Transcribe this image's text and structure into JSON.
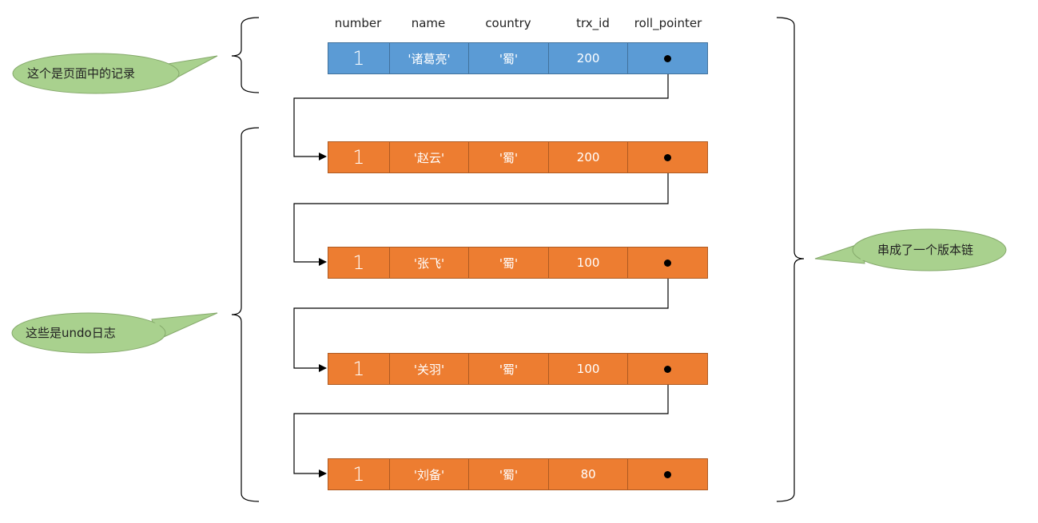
{
  "columns": [
    "number",
    "name",
    "country",
    "trx_id",
    "roll_pointer"
  ],
  "page_record": {
    "number": "1",
    "name": "'诸葛亮'",
    "country": "'蜀'",
    "trx_id": "200"
  },
  "undo_records": [
    {
      "number": "1",
      "name": "'赵云'",
      "country": "'蜀'",
      "trx_id": "200"
    },
    {
      "number": "1",
      "name": "'张飞'",
      "country": "'蜀'",
      "trx_id": "100"
    },
    {
      "number": "1",
      "name": "'关羽'",
      "country": "'蜀'",
      "trx_id": "100"
    },
    {
      "number": "1",
      "name": "'刘备'",
      "country": "'蜀'",
      "trx_id": "80"
    }
  ],
  "callouts": {
    "page_record": "这个是页面中的记录",
    "undo_log": "这些是undo日志",
    "version_chain": "串成了一个版本链"
  },
  "colors": {
    "page_record_fill": "#5b9bd5",
    "undo_record_fill": "#ed7d31",
    "callout_fill": "#a9d18e"
  }
}
